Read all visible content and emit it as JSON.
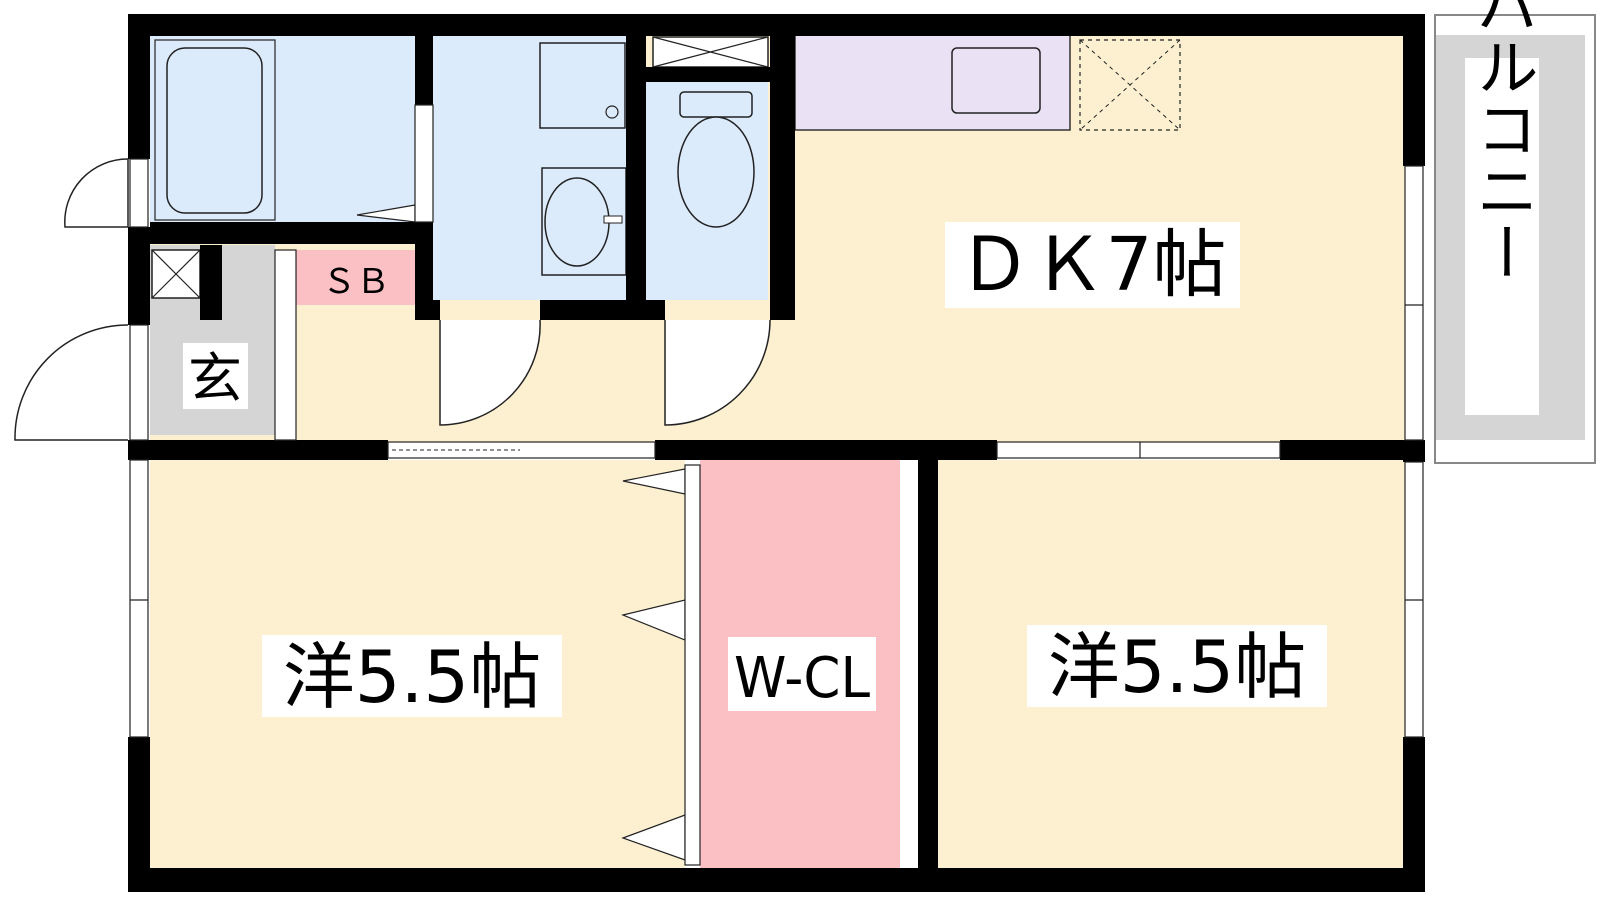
{
  "rooms": {
    "dk": {
      "label": "ＤＫ7帖"
    },
    "western_left": {
      "label": "洋5.5帖"
    },
    "western_right": {
      "label": "洋5.5帖"
    },
    "walk_in_closet": {
      "label": "W-CL"
    },
    "entrance": {
      "label": "玄"
    },
    "shoe_box": {
      "label": "ＳＢ"
    },
    "balcony": {
      "label": "バルコニー"
    }
  },
  "colors": {
    "living_floor": "#fcf0d1",
    "wet_area": "#dcebfb",
    "kitchen": "#eae1f5",
    "closet": "#fbc0c4",
    "entrance_floor": "#d5d5d5",
    "balcony": "#d5d5d5",
    "wall": "#000000"
  }
}
